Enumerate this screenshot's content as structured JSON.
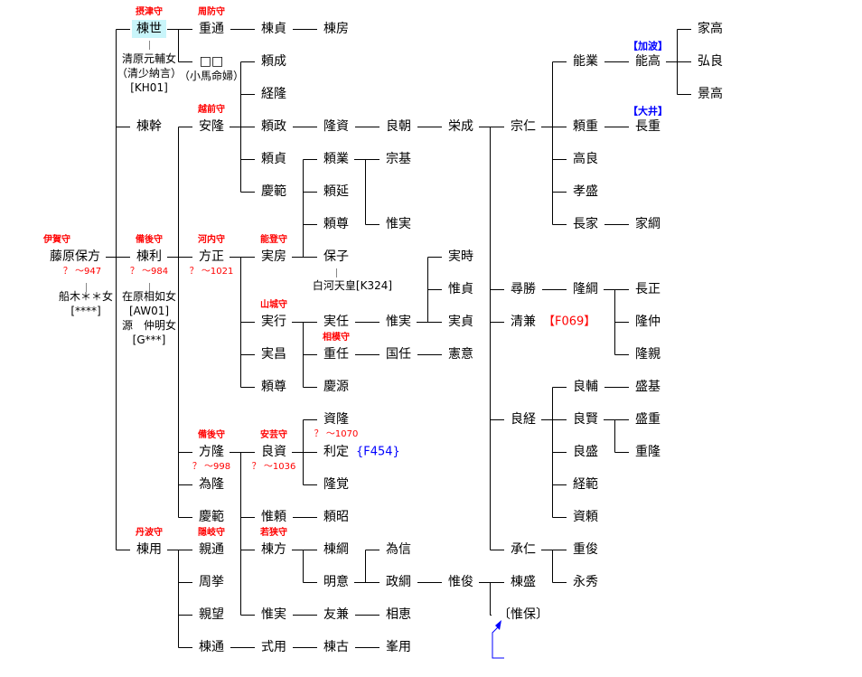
{
  "colors": {
    "title": "#ff0000",
    "tag_red": "#ff0000",
    "tag_blue": "#0000ff",
    "highlight": "#c9f5fa",
    "arrow": "#0000ff"
  },
  "people": {
    "a0": {
      "name": "藤原保方",
      "title": "伊賀守",
      "dates": "？ ～947"
    },
    "b1": {
      "name": "棟世",
      "title": "摂津守"
    },
    "b2": {
      "name": "棟幹"
    },
    "b3": {
      "name": "棟利",
      "title": "備後守",
      "dates": "？ ～984"
    },
    "b4": {
      "name": "棟用",
      "title": "丹波守"
    },
    "c1": {
      "name": "重通",
      "title": "周防守"
    },
    "c2": {
      "name": "□□",
      "note": "（小馬命婦）"
    },
    "c3": {
      "name": "安隆",
      "title": "越前守"
    },
    "c4": {
      "name": "方正",
      "title": "河内守",
      "dates": "？ ～1021"
    },
    "c5": {
      "name": "方隆",
      "title": "備後守",
      "dates": "？ ～998"
    },
    "c6": {
      "name": "為隆"
    },
    "c7": {
      "name": "慶範"
    },
    "c8": {
      "name": "親通",
      "title": "隠岐守"
    },
    "c9": {
      "name": "周挙"
    },
    "c10": {
      "name": "親望"
    },
    "c11": {
      "name": "棟通"
    },
    "d1": {
      "name": "棟貞"
    },
    "d2": {
      "name": "頼成"
    },
    "d3": {
      "name": "経隆"
    },
    "d4": {
      "name": "頼政"
    },
    "d5": {
      "name": "頼貞"
    },
    "d6": {
      "name": "慶範"
    },
    "d7": {
      "name": "実房",
      "title": "能登守"
    },
    "d8": {
      "name": "実行",
      "title": "山城守"
    },
    "d9": {
      "name": "実昌"
    },
    "d10": {
      "name": "頼尊"
    },
    "d11": {
      "name": "良資",
      "title": "安芸守",
      "dates": "？ ～1036"
    },
    "d12": {
      "name": "惟頼"
    },
    "d13": {
      "name": "棟方",
      "title": "若狭守"
    },
    "d14": {
      "name": "惟実"
    },
    "d15": {
      "name": "式用"
    },
    "e1": {
      "name": "棟房"
    },
    "e2": {
      "name": "隆資"
    },
    "e3": {
      "name": "頼業"
    },
    "e4": {
      "name": "頼延"
    },
    "e5": {
      "name": "頼尊"
    },
    "e6": {
      "name": "保子",
      "note": "白河天皇[K324]"
    },
    "e7": {
      "name": "実任"
    },
    "e8": {
      "name": "重任",
      "title": "相模守"
    },
    "e9": {
      "name": "慶源"
    },
    "e10": {
      "name": "資隆",
      "dates": "？ ～1070"
    },
    "e11": {
      "name": "利定",
      "tag": "{F454}"
    },
    "e12": {
      "name": "隆覚"
    },
    "e13": {
      "name": "頼昭"
    },
    "e14": {
      "name": "棟綱"
    },
    "e15": {
      "name": "明意"
    },
    "e16": {
      "name": "友兼"
    },
    "e17": {
      "name": "棟古"
    },
    "f1": {
      "name": "良朝"
    },
    "f2": {
      "name": "宗基"
    },
    "f3": {
      "name": "惟実"
    },
    "f4": {
      "name": "惟実"
    },
    "f5": {
      "name": "国任"
    },
    "f6": {
      "name": "為信"
    },
    "f7": {
      "name": "政綱"
    },
    "f8": {
      "name": "相恵"
    },
    "f9": {
      "name": "峯用"
    },
    "g1": {
      "name": "栄成"
    },
    "g2": {
      "name": "実時"
    },
    "g3": {
      "name": "惟貞"
    },
    "g4": {
      "name": "実貞"
    },
    "g5": {
      "name": "憲意"
    },
    "g6": {
      "name": "惟俊"
    },
    "h1": {
      "name": "宗仁"
    },
    "h2": {
      "name": "尋勝"
    },
    "h3": {
      "name": "清兼",
      "tag": "【F069】"
    },
    "h4": {
      "name": "良経"
    },
    "h5": {
      "name": "承仁"
    },
    "h6": {
      "name": "棟盛"
    },
    "h7": {
      "name": "〔惟保〕"
    },
    "i1": {
      "name": "能業"
    },
    "i2": {
      "name": "頼重"
    },
    "i3": {
      "name": "高良"
    },
    "i4": {
      "name": "孝盛"
    },
    "i5": {
      "name": "長家"
    },
    "i6": {
      "name": "隆綱"
    },
    "i7": {
      "name": "良輔"
    },
    "i8": {
      "name": "良賢"
    },
    "i9": {
      "name": "良盛"
    },
    "i10": {
      "name": "経範"
    },
    "i11": {
      "name": "資頼"
    },
    "i12": {
      "name": "重俊"
    },
    "i13": {
      "name": "永秀"
    },
    "j1": {
      "name": "能高",
      "top_tag": "【加波】"
    },
    "j2": {
      "name": "長重",
      "top_tag": "【大井】"
    },
    "j3": {
      "name": "家綱"
    },
    "j4": {
      "name": "長正"
    },
    "j5": {
      "name": "隆仲"
    },
    "j6": {
      "name": "隆親"
    },
    "j7": {
      "name": "盛基"
    },
    "j8": {
      "name": "盛重"
    },
    "j9": {
      "name": "重隆"
    },
    "k1": {
      "name": "家高"
    },
    "k2": {
      "name": "弘良"
    },
    "k3": {
      "name": "景高"
    }
  },
  "spouses": {
    "b1": [
      "清原元輔女",
      "（清少納言）",
      "[KH01]"
    ],
    "a0": [
      "船木＊＊女",
      "[****]"
    ],
    "b3": [
      "在原相如女",
      "[AW01]",
      "源　仲明女",
      "[G***]"
    ]
  }
}
